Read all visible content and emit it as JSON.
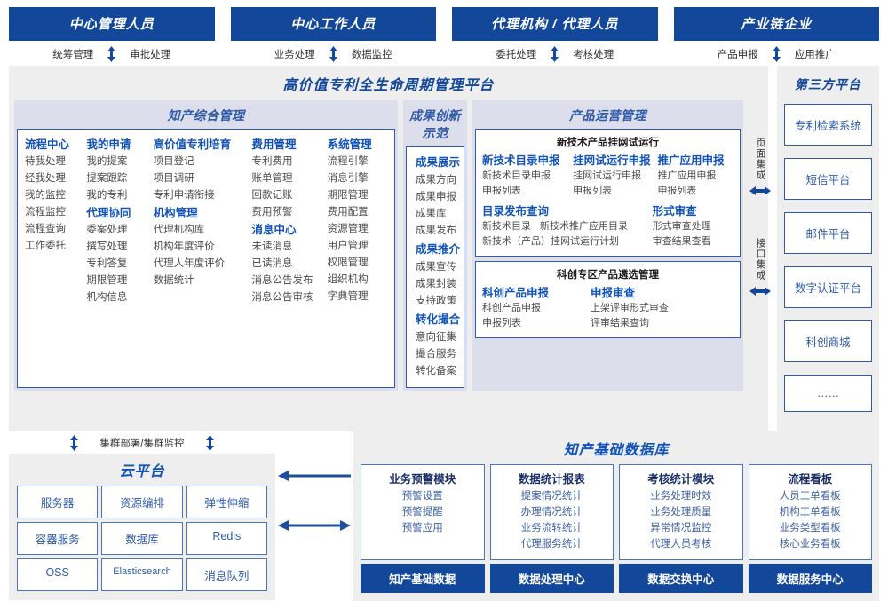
{
  "actors": [
    {
      "title": "中心管理人员",
      "left": "统筹管理",
      "right": "审批处理"
    },
    {
      "title": "中心工作人员",
      "left": "业务处理",
      "right": "数据监控"
    },
    {
      "title": "代理机构 / 代理人员",
      "left": "委托处理",
      "right": "考核处理"
    },
    {
      "title": "产业链企业",
      "left": "产品申报",
      "right": "应用推广"
    }
  ],
  "platform": {
    "title": "高价值专利全生命周期管理平台",
    "comprehensive": {
      "title": "知产综合管理",
      "columns": [
        {
          "groups": [
            {
              "name": "流程中心",
              "items": [
                "待我处理",
                "经我处理",
                "我的监控",
                "流程监控",
                "流程查询",
                "工作委托"
              ]
            }
          ]
        },
        {
          "groups": [
            {
              "name": "我的申请",
              "items": [
                "我的提案",
                "提案跟踪",
                "我的专利"
              ]
            },
            {
              "name": "代理协同",
              "items": [
                "委案处理",
                "撰写处理",
                "专利答复",
                "期限管理",
                "机构信息"
              ]
            }
          ]
        },
        {
          "groups": [
            {
              "name": "高价值专利培育",
              "items": [
                "项目登记",
                "项目调研",
                "专利申请衔接"
              ]
            },
            {
              "name": "机构管理",
              "items": [
                "代理机构库",
                "机构年度评价",
                "代理人年度评价",
                "数据统计"
              ]
            }
          ]
        },
        {
          "groups": [
            {
              "name": "费用管理",
              "items": [
                "专利费用",
                "账单管理",
                "回款记账",
                "费用预警"
              ]
            },
            {
              "name": "消息中心",
              "items": [
                "未读消息",
                "已读消息",
                "消息公告发布",
                "消息公告审核"
              ]
            }
          ]
        },
        {
          "groups": [
            {
              "name": "系统管理",
              "items": [
                "流程引擎",
                "消息引擎",
                "期限管理",
                "费用配置",
                "资源管理",
                "用户管理",
                "权限管理",
                "组织机构",
                "字典管理"
              ]
            }
          ]
        }
      ]
    },
    "achievement": {
      "title": "成果创新示范",
      "groups": [
        {
          "name": "成果展示",
          "items": [
            "成果方向",
            "成果申报",
            "成果库",
            "成果发布"
          ]
        },
        {
          "name": "成果推介",
          "items": [
            "成果宣传",
            "成果封装",
            "支持政策"
          ]
        },
        {
          "name": "转化撮合",
          "items": [
            "意向征集",
            "撮合服务",
            "转化备案"
          ]
        }
      ]
    },
    "product": {
      "title": "产品运营管理",
      "boxes": [
        {
          "title": "新技术产品挂网试运行",
          "rows": [
            {
              "cols": [
                {
                  "name": "新技术目录申报",
                  "items": [
                    "新技术目录申报",
                    "申报列表"
                  ]
                },
                {
                  "name": "挂网试运行申报",
                  "items": [
                    "挂网试运行申报",
                    "申报列表"
                  ]
                },
                {
                  "name": "推广应用申报",
                  "items": [
                    "推广应用申报",
                    "申报列表"
                  ]
                }
              ]
            },
            {
              "cols": [
                {
                  "name": "目录发布查询",
                  "inline": [
                    "新技术目录",
                    "新技术推广应用目录"
                  ],
                  "items": [
                    "新技术（产品）挂网试运行计划"
                  ]
                },
                {
                  "name": "形式审查",
                  "items": [
                    "形式审查处理",
                    "审查结果查看"
                  ]
                }
              ]
            }
          ]
        },
        {
          "title": "科创专区产品遴选管理",
          "rows": [
            {
              "cols": [
                {
                  "name": "科创产品申报",
                  "items": [
                    "科创产品申报",
                    "申报列表"
                  ]
                },
                {
                  "name": "申报审查",
                  "items": [
                    "上架评审形式审查",
                    "评审结果查询"
                  ]
                }
              ]
            }
          ]
        }
      ]
    },
    "integration": {
      "page": "页面集成",
      "api": "接口集成"
    }
  },
  "third_party": {
    "title": "第三方平台",
    "items": [
      "专利检索系统",
      "短信平台",
      "邮件平台",
      "数字认证平台",
      "科创商城",
      "……"
    ]
  },
  "cloud": {
    "cluster_label": "集群部署/集群监控",
    "title": "云平台",
    "cells": [
      "服务器",
      "资源编排",
      "弹性伸缩",
      "容器服务",
      "数据库",
      "Redis",
      "OSS",
      "Elasticsearch",
      "消息队列"
    ]
  },
  "database": {
    "title": "知产基础数据库",
    "columns": [
      {
        "title": "业务预警模块",
        "items": [
          "预警设置",
          "预警提醒",
          "预警应用"
        ],
        "foot": "知产基础数据"
      },
      {
        "title": "数据统计报表",
        "items": [
          "提案情况统计",
          "办理情况统计",
          "业务流转统计",
          "代理服务统计"
        ],
        "foot": "数据处理中心"
      },
      {
        "title": "考核统计模块",
        "items": [
          "业务处理时效",
          "业务处理质量",
          "异常情况监控",
          "代理人员考核"
        ],
        "foot": "数据交换中心"
      },
      {
        "title": "流程看板",
        "items": [
          "人员工单看板",
          "机构工单看板",
          "业务类型看板",
          "核心业务看板"
        ],
        "foot": "数据服务中心"
      }
    ]
  },
  "colors": {
    "header_blue": "#13479a",
    "accent_blue": "#2f5aa8",
    "panel_bg": "#dcdeeb",
    "section_bg": "#eeeeee"
  }
}
